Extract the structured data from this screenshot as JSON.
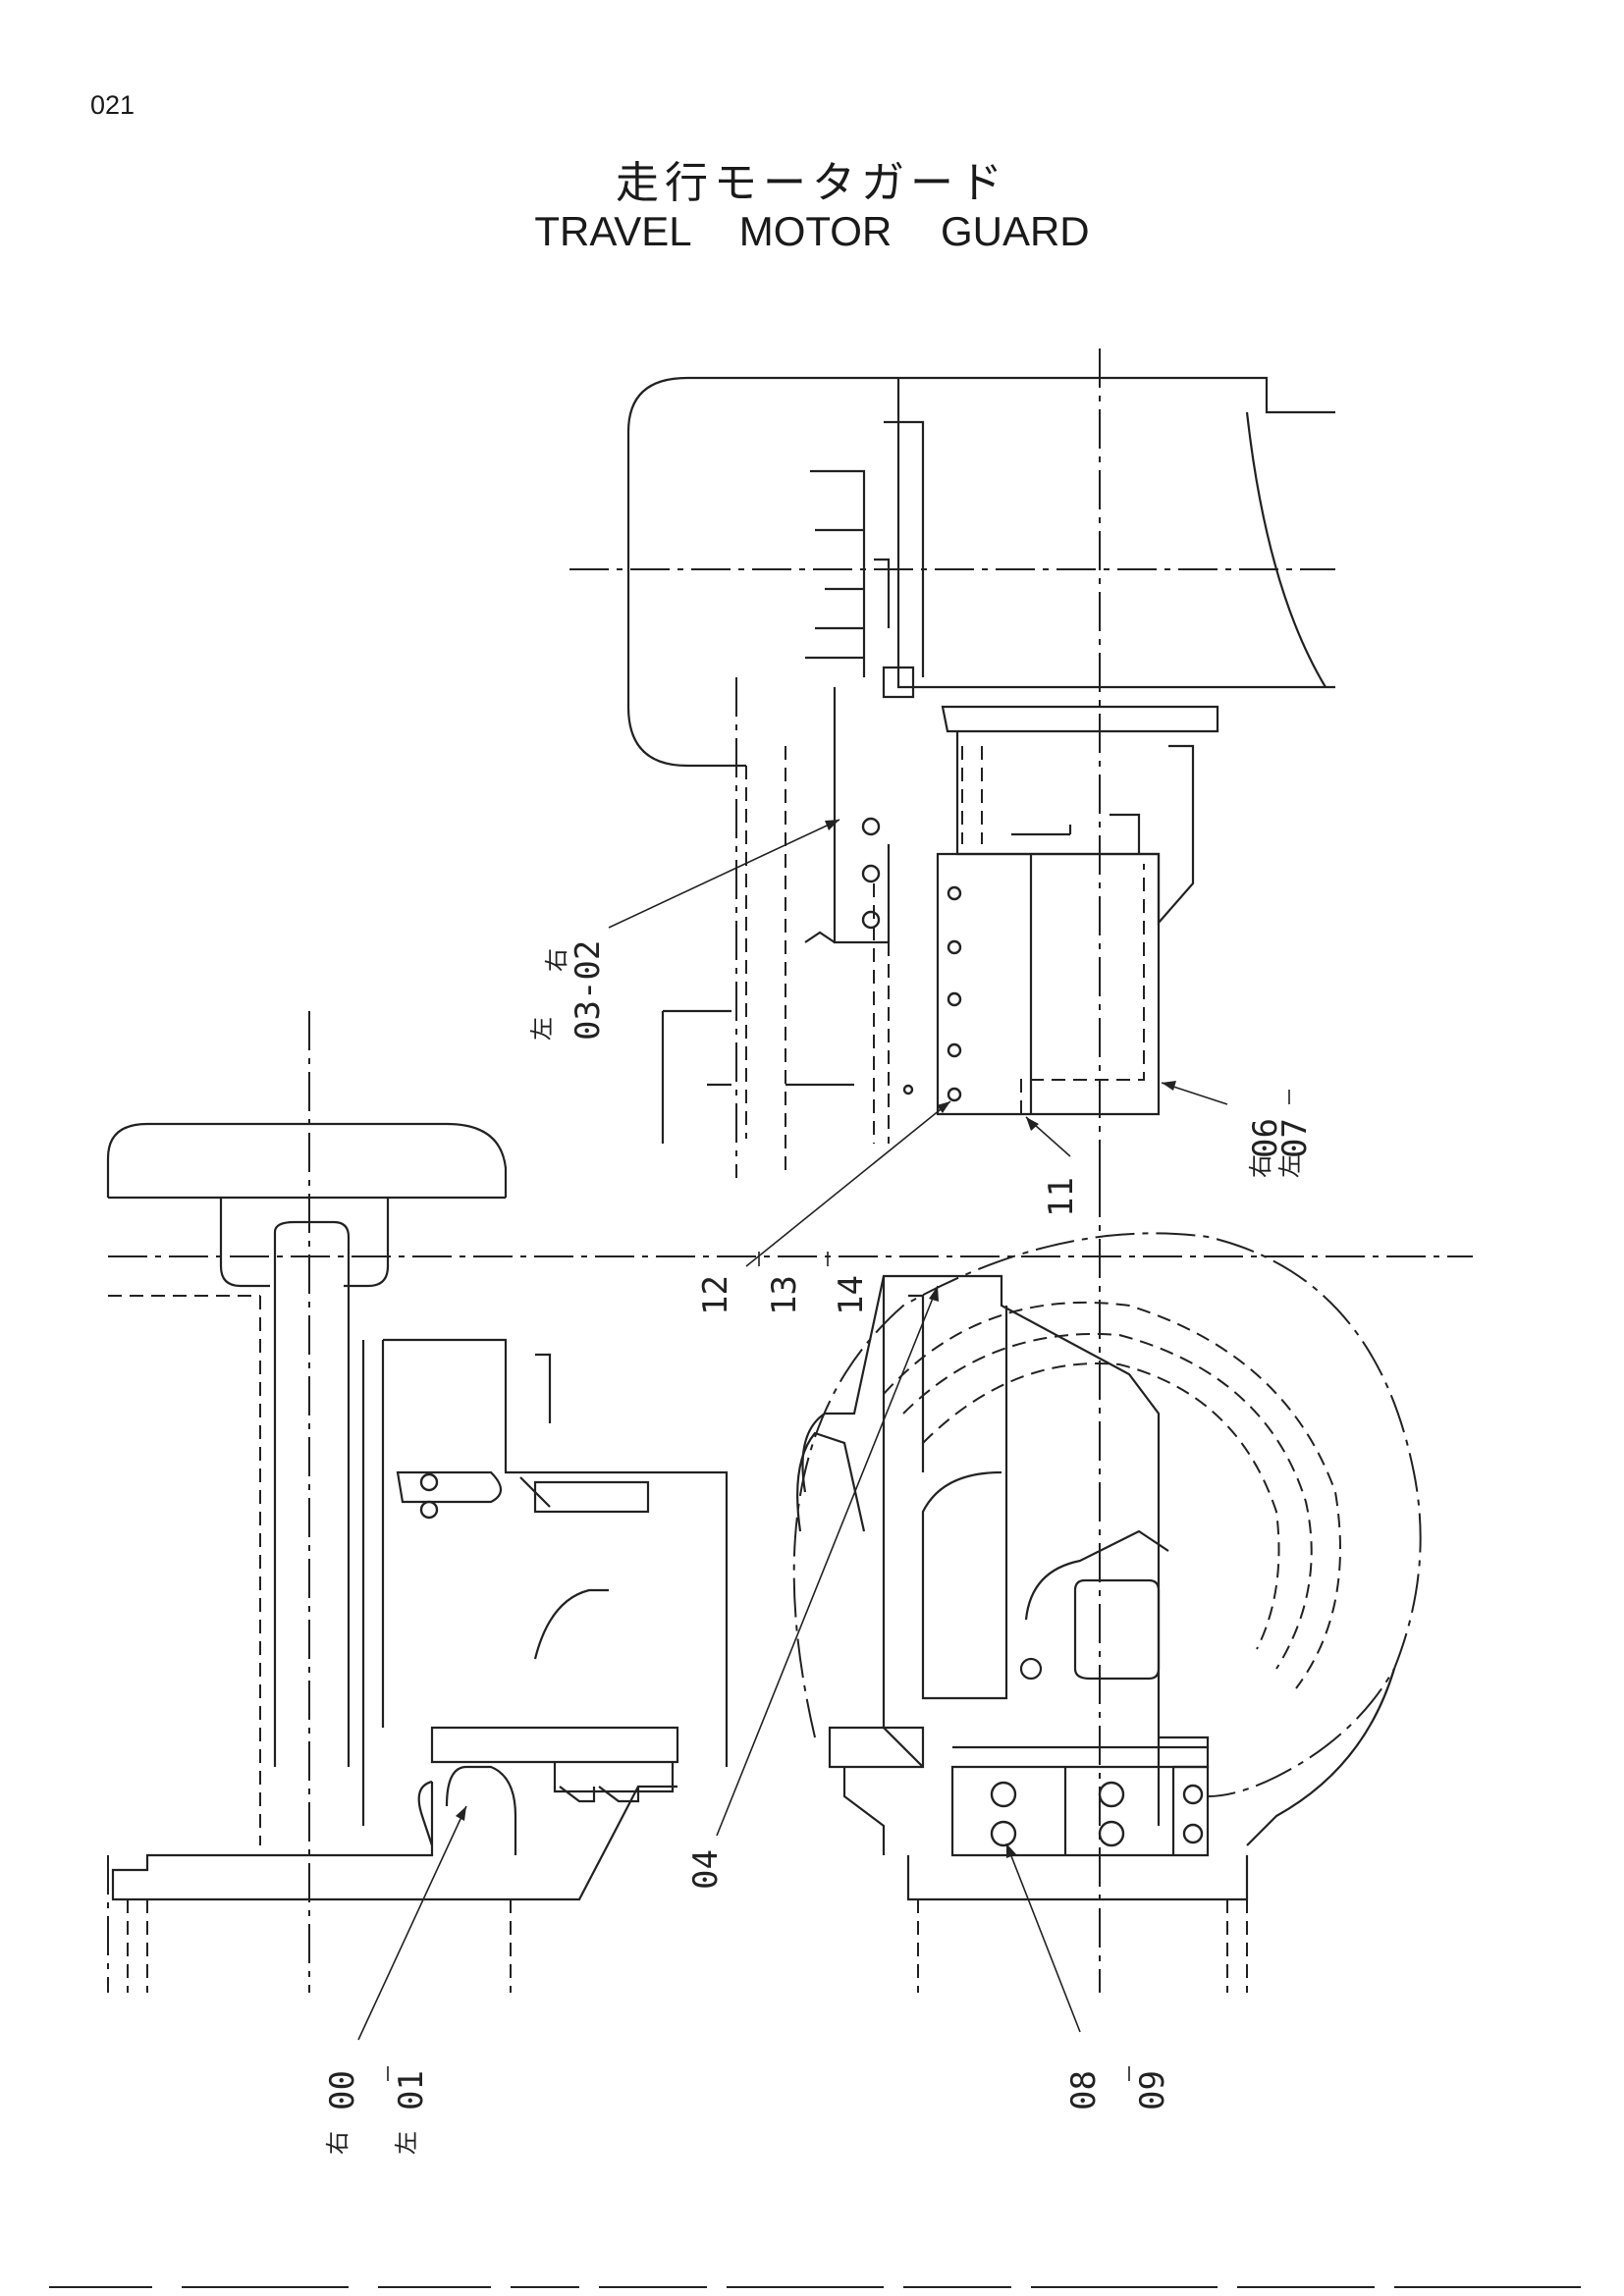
{
  "page": {
    "number": "021"
  },
  "title": {
    "jp": "走行モータガード",
    "en": "TRAVEL   MOTOR   GUARD"
  },
  "callouts": [
    {
      "id": "c1",
      "right": "03-02",
      "left": "右",
      "left2": "左"
    },
    {
      "id": "c2",
      "right": "06",
      "mid": "07",
      "left": "右",
      "left2": "左"
    },
    {
      "id": "c3",
      "label": "11"
    },
    {
      "id": "c4",
      "a": "12",
      "b": "13",
      "c": "14"
    },
    {
      "id": "c5",
      "label": "04"
    },
    {
      "id": "c6",
      "a": "00",
      "b": "01",
      "left": "右",
      "left2": "左"
    },
    {
      "id": "c7",
      "a": "08",
      "b": "09"
    }
  ]
}
